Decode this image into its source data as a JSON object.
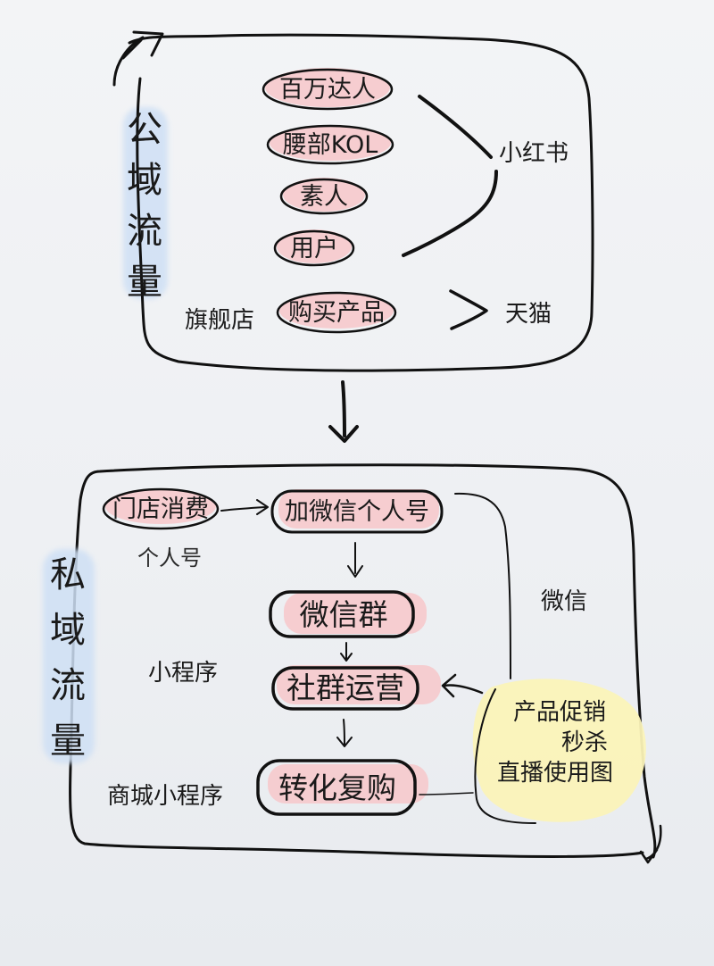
{
  "colors": {
    "ink": "#111111",
    "pink_highlight": "#f6c9cc",
    "blue_highlight": "#cfe0f5",
    "yellow_highlight": "#fbf3b8",
    "paper": "#f1f2f4"
  },
  "public_domain": {
    "title": "公域流量",
    "title_chars": [
      "公",
      "域",
      "流",
      "量"
    ],
    "kol_nodes": [
      "百万达人",
      "腰部KOL",
      "素人",
      "用户"
    ],
    "kol_target": "小红书",
    "store_label": "旗舰店",
    "purchase_node": "购买产品",
    "purchase_target": "天猫"
  },
  "private_domain": {
    "title": "私域流量",
    "title_chars": [
      "私",
      "域",
      "流",
      "量"
    ],
    "store_node": "门店消费",
    "store_sublabel": "个人号",
    "add_wechat_node": "加微信个人号",
    "wechat_group_node": "微信群",
    "community_node": "社群运营",
    "conversion_node": "转化复购",
    "mini_program_label": "小程序",
    "mall_label": "商城小程序",
    "wechat_label": "微信",
    "promo_lines": [
      "产品促销",
      "秒杀",
      "直播使用图"
    ]
  }
}
